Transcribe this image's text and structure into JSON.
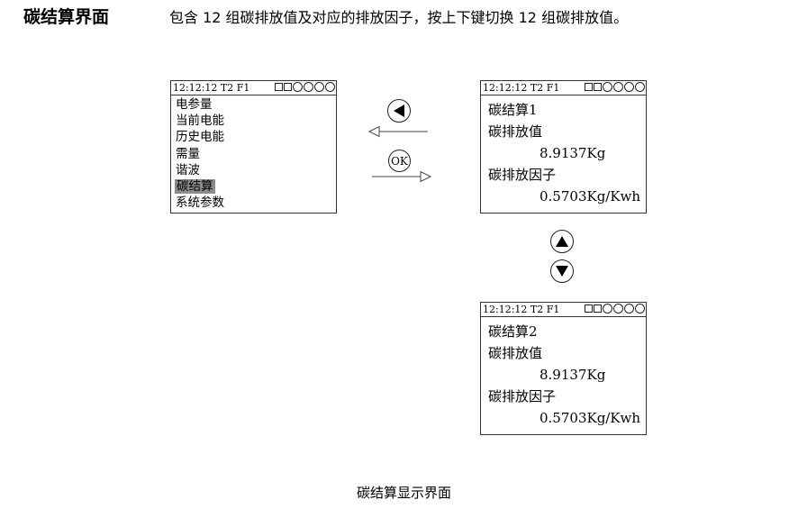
{
  "heading": "碳结算界面",
  "description": "包含 12 组碳排放值及对应的排放因子，按上下键切换 12 组碳排放值。",
  "caption": "碳结算显示界面",
  "status_bar": {
    "time": "12:12:12",
    "tariff": "T2",
    "flag": "F1",
    "indicators": [
      "square",
      "square",
      "circle",
      "circle",
      "circle",
      "circle"
    ]
  },
  "menu_screen": {
    "items": [
      {
        "label": "电参量",
        "selected": false
      },
      {
        "label": "当前电能",
        "selected": false
      },
      {
        "label": "历史电能",
        "selected": false
      },
      {
        "label": "需量",
        "selected": false
      },
      {
        "label": "谐波",
        "selected": false
      },
      {
        "label": "碳结算",
        "selected": true
      },
      {
        "label": "系统参数",
        "selected": false
      }
    ]
  },
  "carbon_screens": [
    {
      "title": "碳结算1",
      "emission_label": "碳排放值",
      "emission_value": "8.9137Kg",
      "factor_label": "碳排放因子",
      "factor_value": "0.5703Kg/Kwh"
    },
    {
      "title": "碳结算2",
      "emission_label": "碳排放值",
      "emission_value": "8.9137Kg",
      "factor_label": "碳排放因子",
      "factor_value": "0.5703Kg/Kwh"
    }
  ],
  "buttons": {
    "left": {
      "icon": "left-triangle-icon",
      "glyph": "◀"
    },
    "ok": {
      "label": "OK"
    },
    "up": {
      "icon": "up-triangle-icon",
      "glyph": "▲"
    },
    "down": {
      "icon": "down-triangle-icon",
      "glyph": "▼"
    }
  }
}
